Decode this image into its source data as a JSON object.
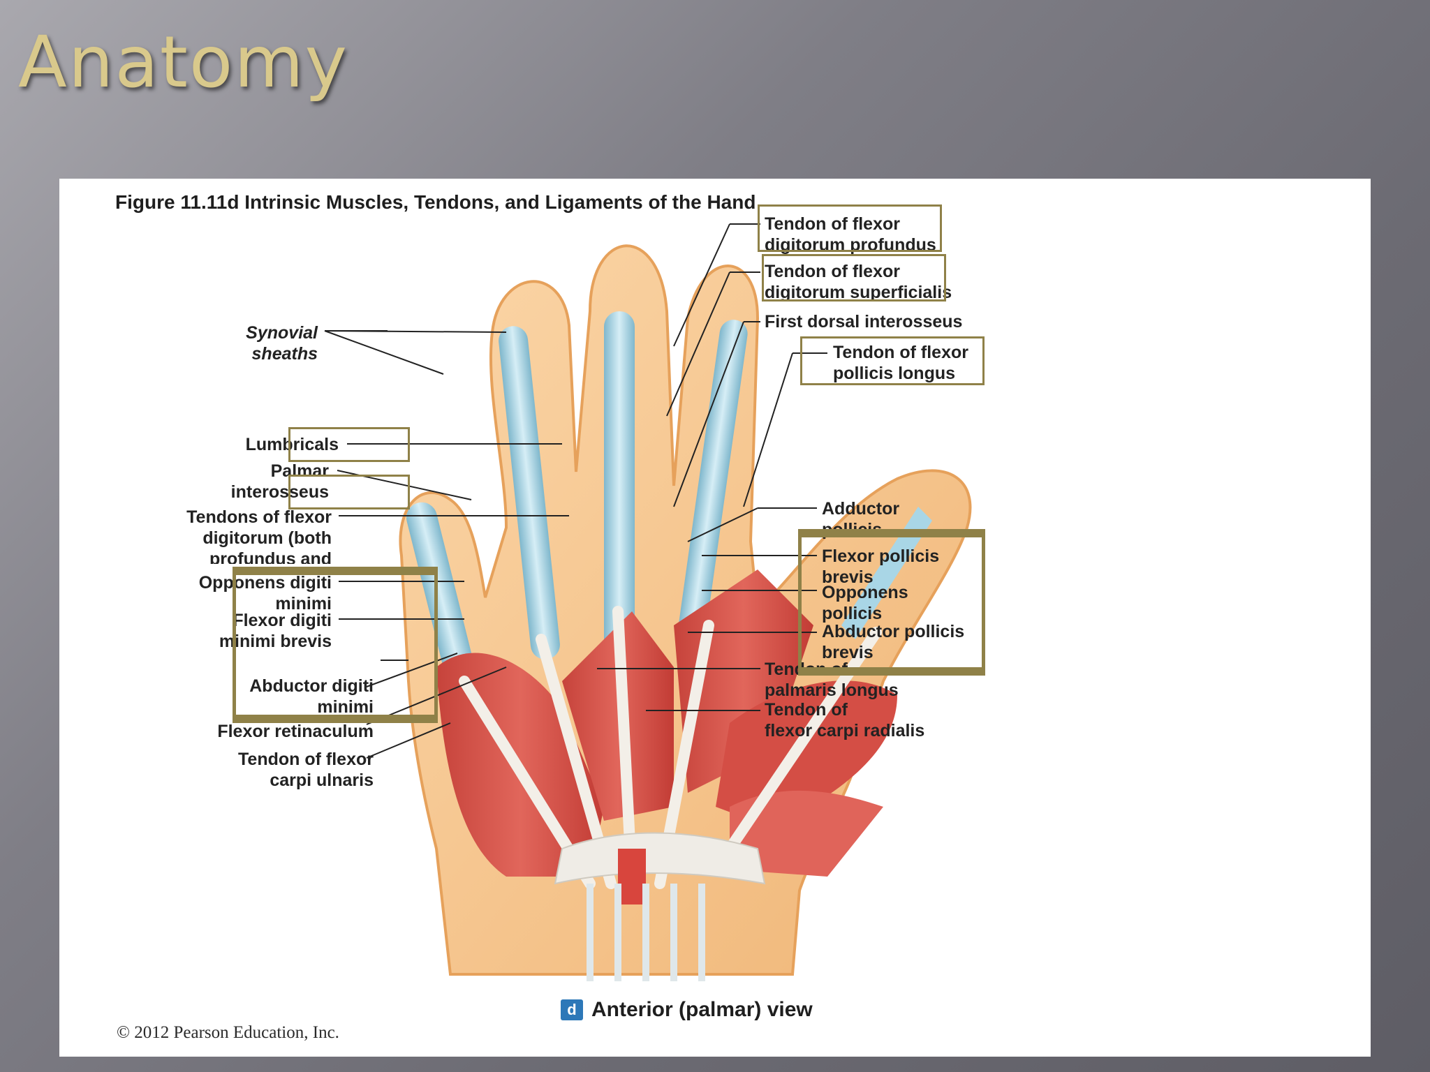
{
  "slide": {
    "title": "Anatomy"
  },
  "figure": {
    "caption": "Figure 11.11d  Intrinsic Muscles, Tendons, and Ligaments of the Hand",
    "view_letter": "d",
    "view_label": "Anterior (palmar) view",
    "copyright": "© 2012 Pearson Education, Inc."
  },
  "labels": {
    "synovial": "Synovial\nsheaths",
    "lumbricals": "Lumbricals",
    "palmar_interosseus": "Palmar\ninterosseus",
    "tendons_fd": "Tendons of flexor\ndigitorum (both\nprofundus and\nsuperficialis)",
    "opponens_dm": "Opponens digiti\nminimi",
    "flexor_dmb": "Flexor digiti\nminimi brevis",
    "abductor_dm": "Abductor digiti\nminimi",
    "flexor_ret": "Flexor retinaculum",
    "tendon_fcu": "Tendon of flexor\ncarpi ulnaris",
    "tendon_fdp": "Tendon of flexor\ndigitorum profundus",
    "tendon_fds": "Tendon of flexor\ndigitorum superficialis",
    "first_dorsal": "First dorsal interosseus",
    "tendon_fpl": "Tendon of flexor\npollicis longus",
    "adductor_p": "Adductor\npollicis",
    "flexor_pb": "Flexor pollicis\nbrevis",
    "opponens_p": "Opponens\npollicis",
    "abductor_pb": "Abductor pollicis\nbrevis",
    "tendon_pl": "Tendon of\npalmaris longus",
    "tendon_fcr": "Tendon of\nflexor carpi radialis"
  },
  "colors": {
    "skin": "#f6c48d",
    "muscle": "#d9534a",
    "tendon": "#f1ede6",
    "sheath": "#a9d6e6",
    "highlight_box": "#8f8148"
  }
}
